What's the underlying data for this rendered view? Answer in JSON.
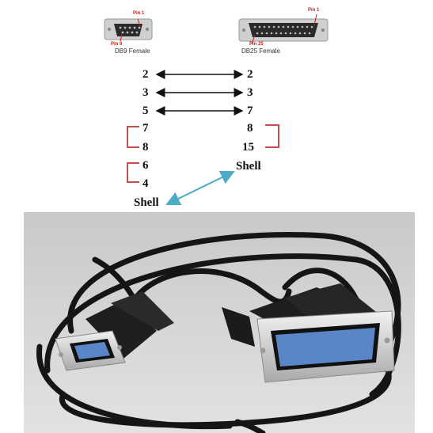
{
  "connectors": {
    "db9": {
      "label": "DB9 Female",
      "pin_first": "Pin 1",
      "pin_last": "Pin 9"
    },
    "db25": {
      "label": "DB25 Female",
      "pin_first": "Pin 1",
      "pin_last": "Pin 25"
    }
  },
  "wiring": {
    "straight": [
      {
        "left": "2",
        "right": "2"
      },
      {
        "left": "3",
        "right": "3"
      },
      {
        "left": "5",
        "right": "7"
      }
    ],
    "loopbacks_left": [
      {
        "pins": [
          "7",
          "8"
        ]
      },
      {
        "pins": [
          "6",
          "4"
        ]
      }
    ],
    "loopback_right": {
      "pins": [
        "8",
        "15"
      ]
    },
    "shell_right": "Shell",
    "shell_left": "Shell"
  },
  "colors": {
    "bracket": "#c0504d",
    "shell_arrow": "#4bacc6",
    "pin_marker": "#d0201a",
    "photo_bg": "#d4d4d4",
    "cable": "#151515",
    "connector_blue": "#5a86c8"
  },
  "photo": {
    "subject": "DB9 female to DB25 female serial cable",
    "icons": [
      "db9-connector-icon",
      "db25-connector-icon"
    ]
  }
}
